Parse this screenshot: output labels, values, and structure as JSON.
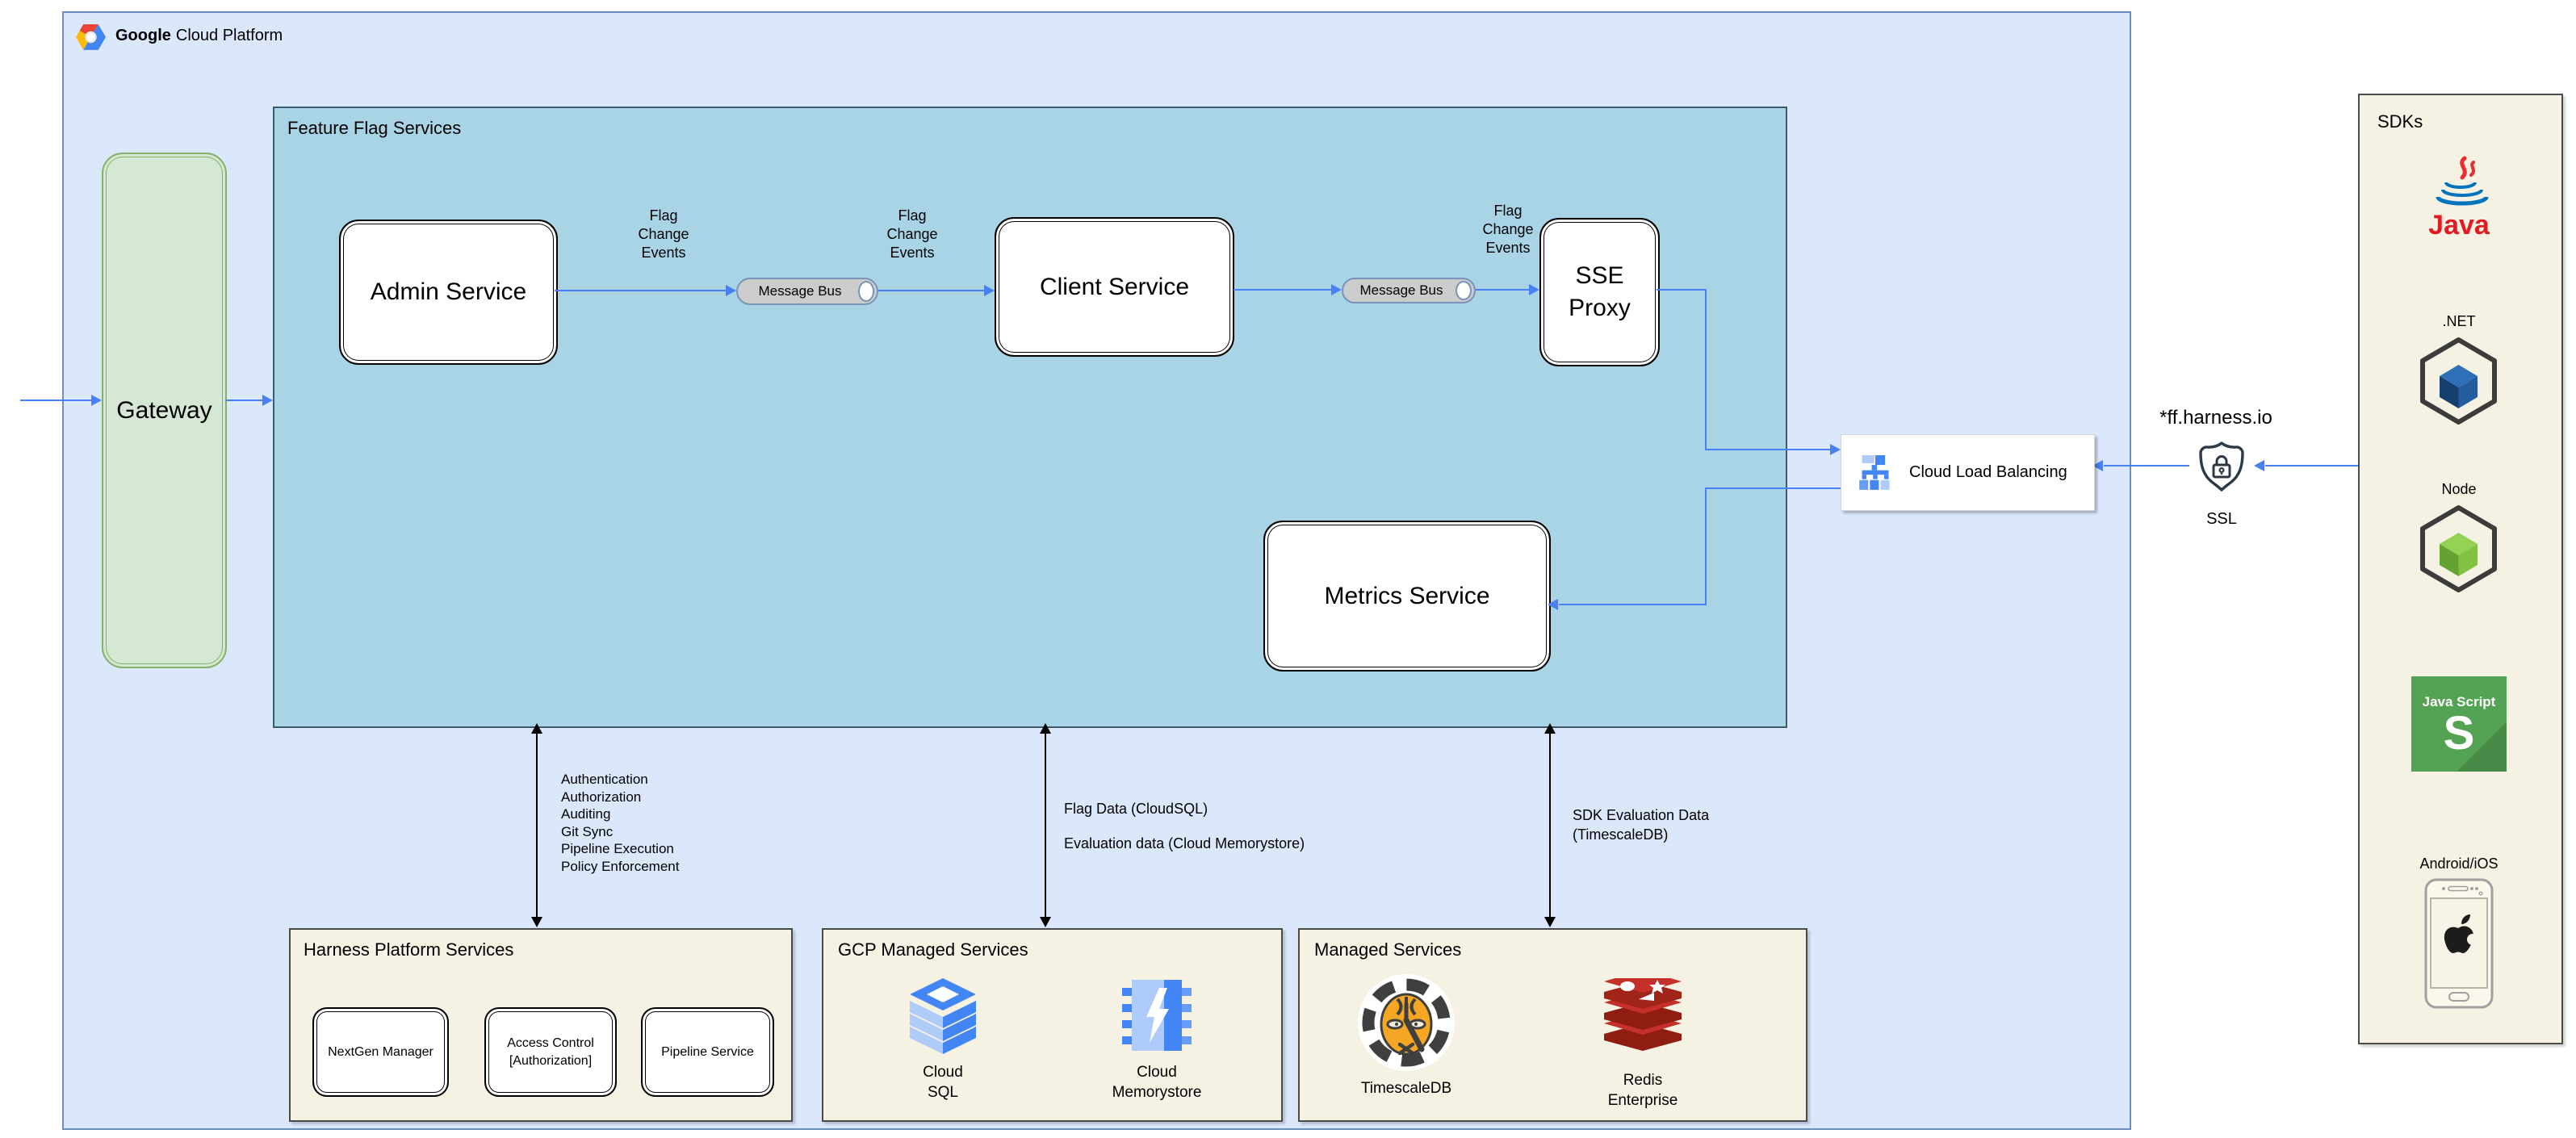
{
  "header": {
    "brand_bold": "Google",
    "brand_rest": "Cloud Platform"
  },
  "gateway": {
    "label": "Gateway"
  },
  "feature_flag": {
    "title": "Feature Flag Services",
    "admin": "Admin Service",
    "client": "Client Service",
    "sse": "SSE\nProxy",
    "metrics": "Metrics Service",
    "bus": "Message Bus",
    "fce": "Flag\nChange\nEvents"
  },
  "clb": {
    "label": "Cloud Load Balancing"
  },
  "ssl": {
    "domain": "*ff.harness.io",
    "label": "SSL"
  },
  "sdks": {
    "title": "SDKs",
    "java": "Java",
    "dotnet": ".NET",
    "node": "Node",
    "js_line": "Java Script",
    "js_s": "S",
    "mobile": "Android/iOS"
  },
  "annotations": {
    "platform": [
      "Authentication",
      "Authorization",
      "Auditing",
      "Git Sync",
      "Pipeline Execution",
      "Policy Enforcement"
    ],
    "flag_data": "Flag Data (CloudSQL)",
    "eval_data": "Evaluation data (Cloud Memorystore)",
    "sdk_eval": "SDK Evaluation Data\n(TimescaleDB)"
  },
  "harness": {
    "title": "Harness Platform Services",
    "s1": "NextGen Manager",
    "s2": "Access Control\n[Authorization]",
    "s3": "Pipeline Service"
  },
  "gcp_managed": {
    "title": "GCP Managed Services",
    "sql": "Cloud\nSQL",
    "mem": "Cloud\nMemorystore"
  },
  "managed": {
    "title": "Managed Services",
    "timescale": "TimescaleDB",
    "redis": "Redis\nEnterprise"
  },
  "colors": {
    "gcp_box_fill": "#dbe8fc",
    "gcp_box_border": "#6c8ebf",
    "ff_fill": "#a9d4e6",
    "ff_border": "#3b5a6e",
    "gateway_fill": "#d5e8d4",
    "gateway_border": "#82b366",
    "arrow_blue": "#4a80f5",
    "arrow_black": "#000000",
    "bus_fill": "#cccccc",
    "bus_border": "#7a93b8",
    "panel_fill": "#f5f1e3",
    "panel_border": "#4a4a4a",
    "google_blue": "#4285f4",
    "google_blue_light": "#aecbfa",
    "google_blue_mid": "#669df6",
    "java_red": "#ea2d2e",
    "java_blue": "#0074bd",
    "node_green": "#94d254",
    "js_green": "#54a254",
    "redis_red": "#b0271d",
    "tiger_orange": "#f5a623",
    "shield_navy": "#2c3a47"
  }
}
